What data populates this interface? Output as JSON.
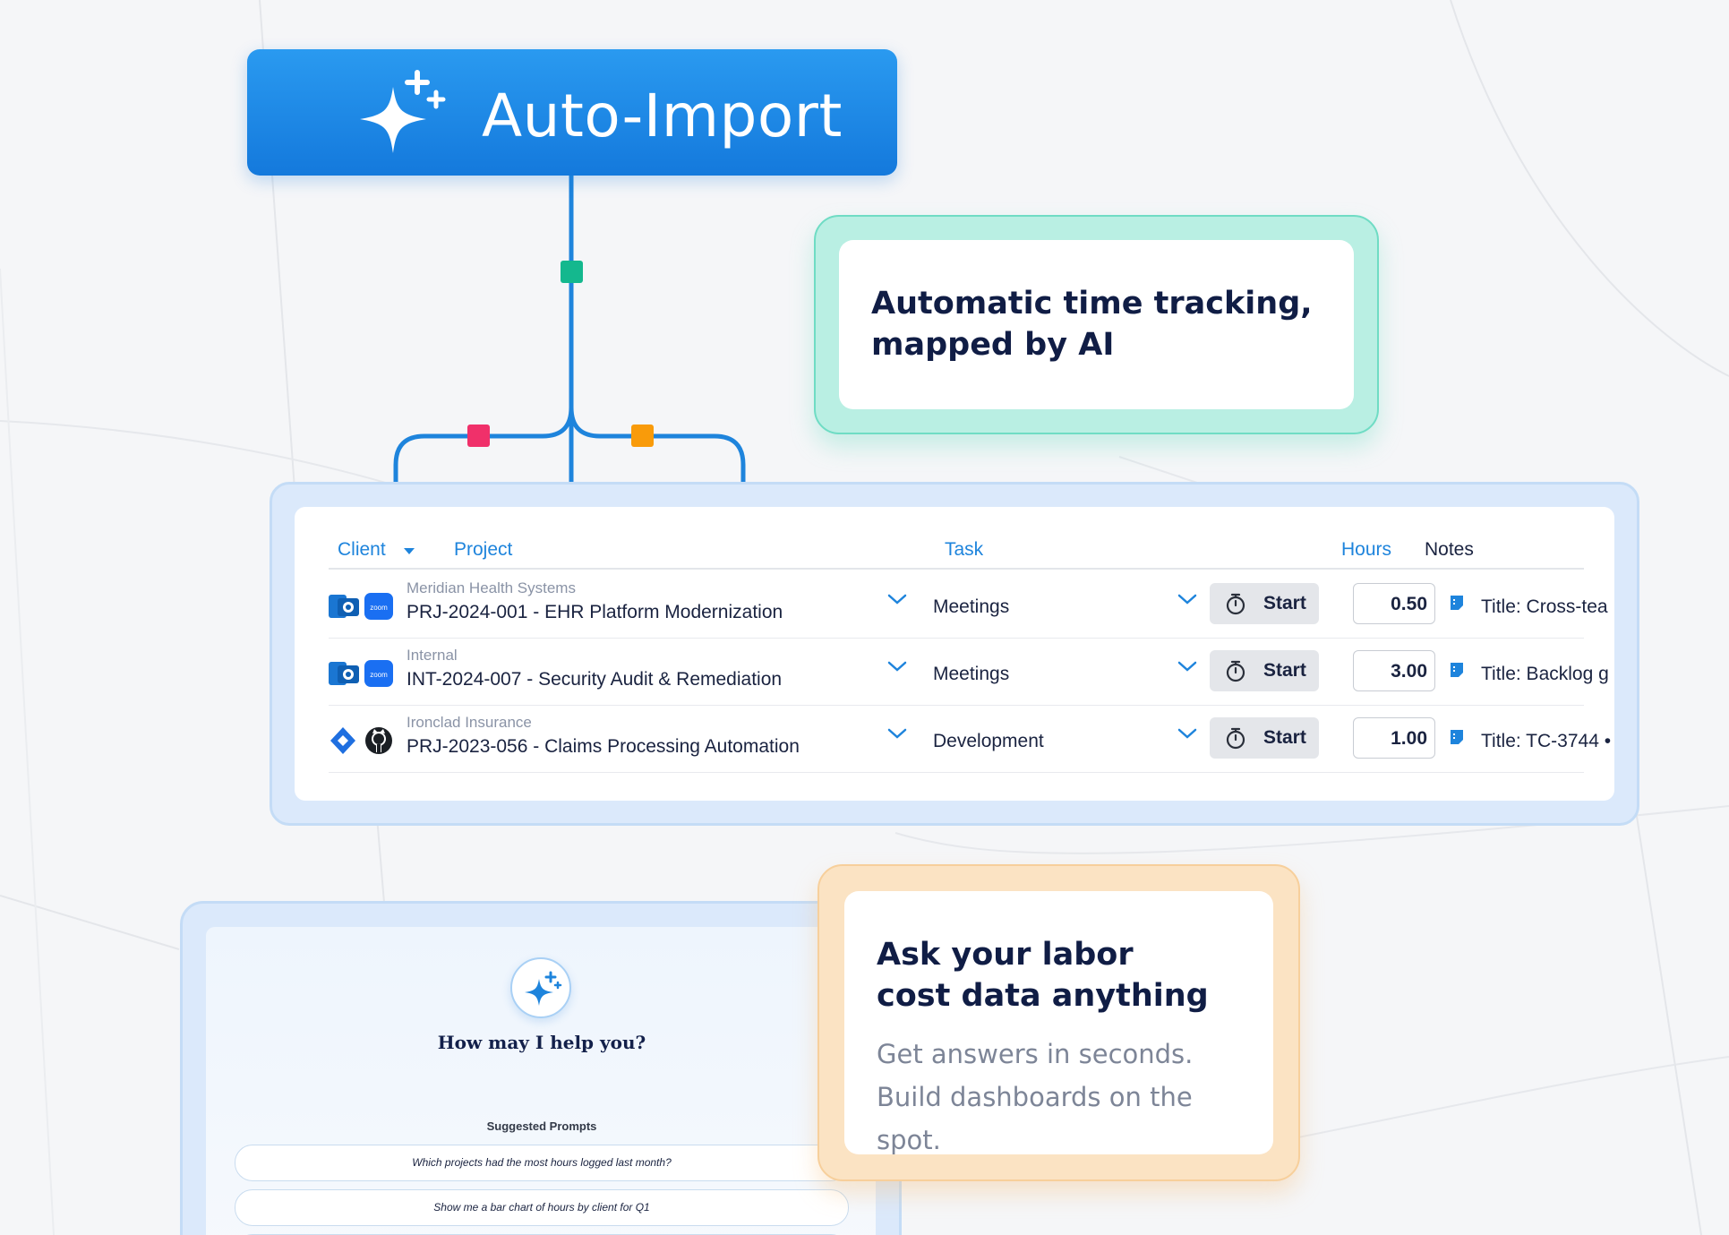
{
  "auto_import": {
    "title": "Auto-Import"
  },
  "callouts": {
    "teal": {
      "title": "Automatic time tracking,\nmapped by AI"
    },
    "orange": {
      "title": "Ask your labor\ncost data anything",
      "subtitle": "Get answers in seconds.\nBuild dashboards on the spot."
    }
  },
  "timesheet": {
    "headers": {
      "client": "Client",
      "project": "Project",
      "task": "Task",
      "hours": "Hours",
      "notes": "Notes"
    },
    "rows": [
      {
        "sources": [
          "outlook-icon",
          "zoom-icon"
        ],
        "client": "Meridian Health Systems",
        "project": "PRJ-2024-001 - EHR Platform Modernization",
        "task": "Meetings",
        "start_label": "Start",
        "hours": "0.50",
        "note": "Title: Cross-tea"
      },
      {
        "sources": [
          "outlook-icon",
          "zoom-icon"
        ],
        "client": "Internal",
        "project": "INT-2024-007 - Security Audit & Remediation",
        "task": "Meetings",
        "start_label": "Start",
        "hours": "3.00",
        "note": "Title: Backlog g"
      },
      {
        "sources": [
          "jira-icon",
          "github-icon"
        ],
        "client": "Ironclad Insurance",
        "project": "PRJ-2023-056 - Claims Processing Automation",
        "task": "Development",
        "start_label": "Start",
        "hours": "1.00",
        "note": "Title: TC-3744 •"
      }
    ]
  },
  "chat": {
    "title": "How may I help you?",
    "suggested_title": "Suggested Prompts",
    "prompts": [
      "Which projects had the most hours logged last month?",
      "Show me a bar chart of hours by client for Q1"
    ]
  },
  "colors": {
    "primary_blue": "#1e84dc",
    "node_green": "#14b88e",
    "node_pink": "#f0306a",
    "node_orange": "#f99b0a",
    "teal_frame": "#b9efe3",
    "orange_frame": "#fbe3c3"
  },
  "icons": {
    "auto_import": "sparkle-icon",
    "start": "stopwatch-icon",
    "dropdown": "chevron-down-icon",
    "note": "note-icon"
  }
}
